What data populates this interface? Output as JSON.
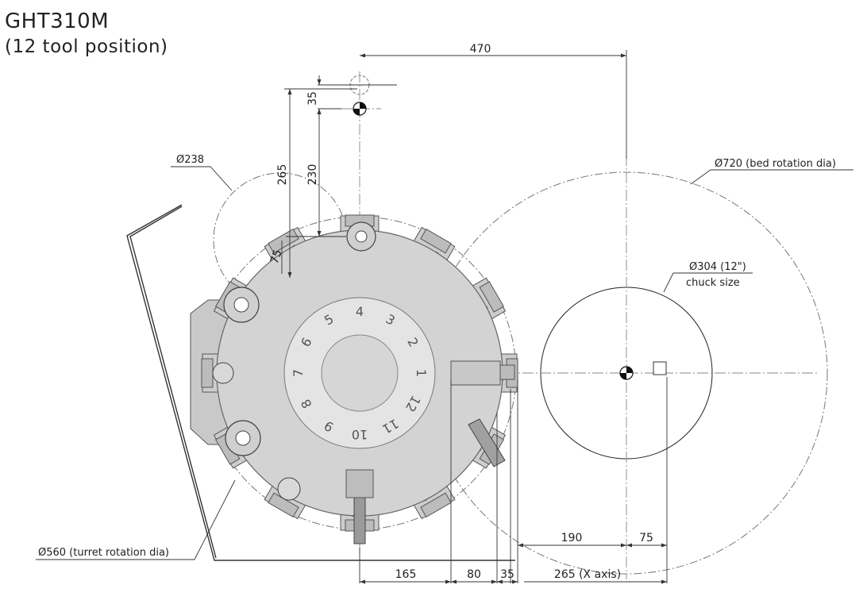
{
  "title": {
    "model": "GHT310M",
    "subtitle": "(12 tool position)"
  },
  "dimensions": {
    "d470": "470",
    "d35_top": "35",
    "d265_v": "265",
    "d230": "230",
    "d75_v": "75",
    "d190": "190",
    "d75_h": "75",
    "d165": "165",
    "d80": "80",
    "d35_bottom": "35",
    "d265_x": "265 (X axis)"
  },
  "labels": {
    "dia238": "Ø238",
    "dia720": "Ø720 (bed rotation dia)",
    "dia304": "Ø304 (12\")",
    "chuck": "chuck size",
    "dia560": "Ø560 (turret rotation dia)"
  },
  "tool_numbers": [
    "1",
    "2",
    "3",
    "4",
    "5",
    "6",
    "7",
    "8",
    "9",
    "10",
    "11",
    "12"
  ]
}
